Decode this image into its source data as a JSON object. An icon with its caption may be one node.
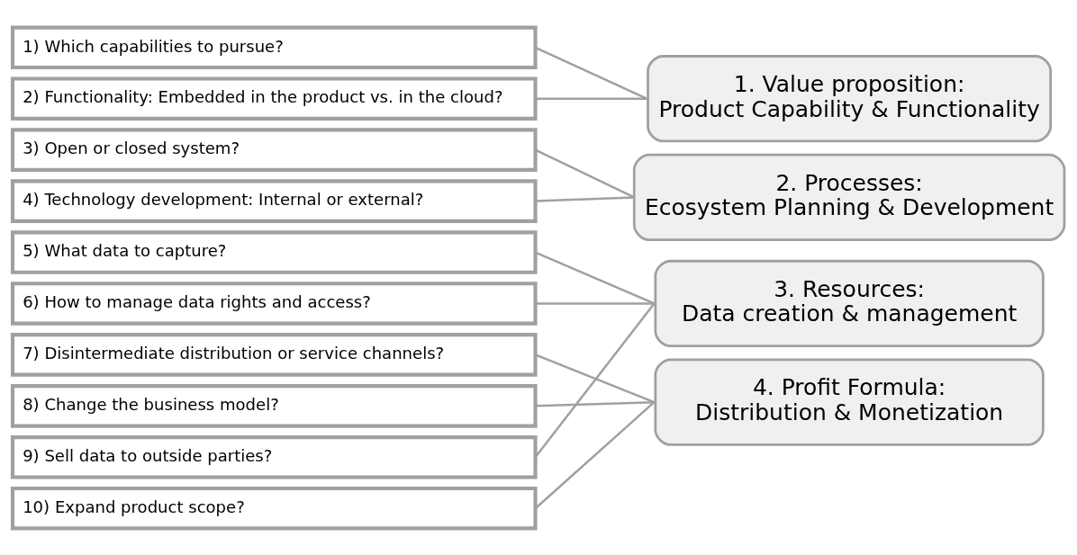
{
  "diagram": {
    "nodes": [
      {
        "text": [
          "1) Which capabilities to pursue?"
        ]
      },
      {
        "text": [
          "2) Functionality: Embedded in the product vs. in the cloud?"
        ]
      },
      {
        "text": [
          "3) Open or closed system?"
        ]
      },
      {
        "text": [
          "4) Technology development: Internal or external?"
        ]
      },
      {
        "text": [
          "5) What data to capture?"
        ]
      },
      {
        "text": [
          "6) How to manage data rights and access?"
        ]
      },
      {
        "text": [
          "7) Disintermediate distribution or service channels?"
        ]
      },
      {
        "text": [
          "8) Change the business model?"
        ]
      },
      {
        "text": [
          "9) Sell data to outside parties?"
        ]
      },
      {
        "text": [
          "10) Expand product scope?"
        ]
      },
      {
        "text": [
          "1. Value proposition:",
          "Product Capability & Functionality"
        ]
      },
      {
        "text": [
          "2. Processes:",
          "Ecosystem Planning & Development"
        ]
      },
      {
        "text": [
          "3. Resources:",
          "Data creation & management"
        ]
      },
      {
        "text": [
          "4. Profit Formula:",
          "Distribution & Monetization"
        ]
      }
    ],
    "edges": [
      {
        "from": 0,
        "to": 10,
        "arrow": "none"
      },
      {
        "from": 1,
        "to": 10,
        "arrow": "none"
      },
      {
        "from": 2,
        "to": 11,
        "arrow": "none"
      },
      {
        "from": 3,
        "to": 11,
        "arrow": "none"
      },
      {
        "from": 4,
        "to": 12,
        "arrow": "none"
      },
      {
        "from": 5,
        "to": 12,
        "arrow": "none"
      },
      {
        "from": 6,
        "to": 13,
        "arrow": "none"
      },
      {
        "from": 7,
        "to": 13,
        "arrow": "none"
      },
      {
        "from": 8,
        "to": 12,
        "arrow": "none"
      },
      {
        "from": 9,
        "to": 13,
        "arrow": "none"
      }
    ]
  }
}
